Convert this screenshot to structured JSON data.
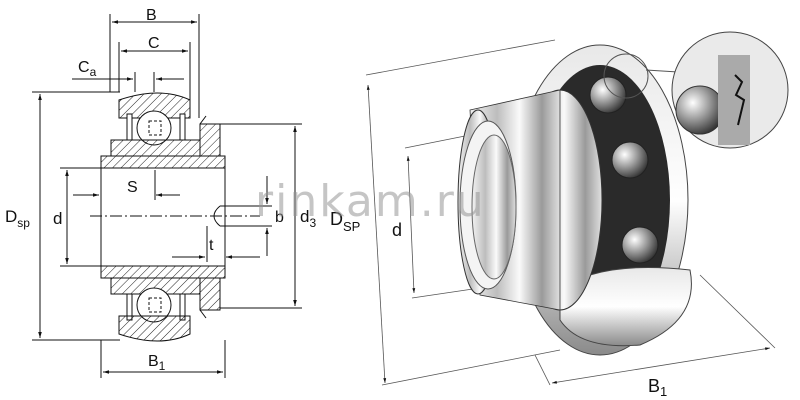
{
  "watermark": "rinkam.ru",
  "drawing": {
    "labels": {
      "B": "B",
      "C": "C",
      "Ca_main": "C",
      "Ca_sub": "a",
      "Dsp_main": "D",
      "Dsp_sub": "sp",
      "d": "d",
      "S": "S",
      "b": "b",
      "d3_main": "d",
      "d3_sub": "3",
      "t": "t",
      "B1_main": "B",
      "B1_sub": "1"
    }
  },
  "render": {
    "labels": {
      "DSP_main": "D",
      "DSP_sub": "SP",
      "d": "d",
      "B1_main": "B",
      "B1_sub": "1"
    }
  }
}
